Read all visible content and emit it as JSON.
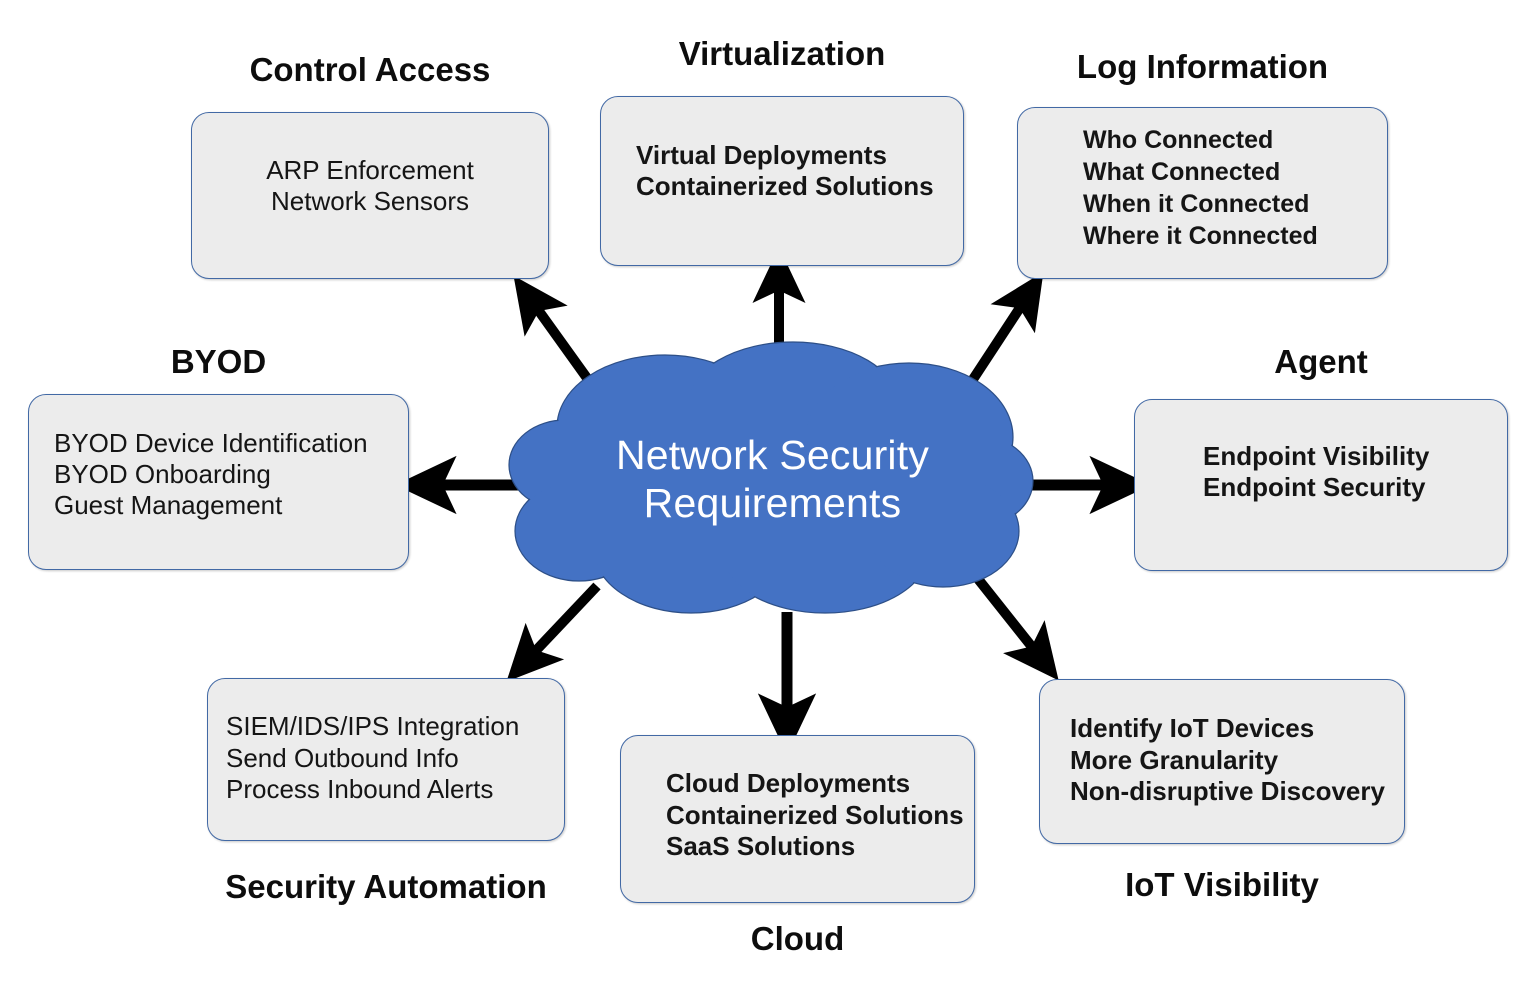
{
  "diagram": {
    "center": {
      "label": "Network Security\nRequirements",
      "shape": "cloud",
      "fill": "#4472C4",
      "text_color": "#FFFFFF"
    },
    "box_style": {
      "fill": "#ECECEC",
      "border": "#4269A5",
      "text_color": "#151515"
    },
    "arrow_color": "#000000",
    "nodes": [
      {
        "id": "control-access",
        "title": "Control Access",
        "title_position": "above",
        "items": [
          "ARP Enforcement",
          "Network Sensors"
        ],
        "body": "ARP Enforcement\nNetwork Sensors"
      },
      {
        "id": "virtualization",
        "title": "Virtualization",
        "title_position": "above",
        "items": [
          "Virtual Deployments",
          "Containerized Solutions"
        ],
        "body": "Virtual Deployments\nContainerized Solutions"
      },
      {
        "id": "log-information",
        "title": "Log Information",
        "title_position": "above",
        "items": [
          "Who Connected",
          "What Connected",
          "When it Connected",
          "Where it Connected"
        ],
        "body": "Who Connected\nWhat Connected\nWhen it Connected\nWhere it Connected"
      },
      {
        "id": "byod",
        "title": "BYOD",
        "title_position": "above",
        "items": [
          "BYOD Device Identification",
          "BYOD Onboarding",
          "Guest Management"
        ],
        "body": "BYOD Device Identification\nBYOD Onboarding\nGuest Management"
      },
      {
        "id": "agent",
        "title": "Agent",
        "title_position": "above",
        "items": [
          "Endpoint Visibility",
          "Endpoint Security"
        ],
        "body": "Endpoint Visibility\nEndpoint Security"
      },
      {
        "id": "security-automation",
        "title": "Security Automation",
        "title_position": "below",
        "items": [
          "SIEM/IDS/IPS Integration",
          "Send Outbound Info",
          "Process Inbound Alerts"
        ],
        "body": "SIEM/IDS/IPS Integration\nSend Outbound Info\nProcess Inbound Alerts"
      },
      {
        "id": "cloud",
        "title": "Cloud",
        "title_position": "below",
        "items": [
          "Cloud Deployments",
          "Containerized Solutions",
          "SaaS Solutions"
        ],
        "body": "Cloud Deployments\nContainerized Solutions\nSaaS Solutions"
      },
      {
        "id": "iot-visibility",
        "title": "IoT Visibility",
        "title_position": "below",
        "items": [
          "Identify IoT Devices",
          "More Granularity",
          "Non-disruptive Discovery"
        ],
        "body": "Identify IoT Devices\nMore Granularity\nNon-disruptive Discovery"
      }
    ]
  }
}
